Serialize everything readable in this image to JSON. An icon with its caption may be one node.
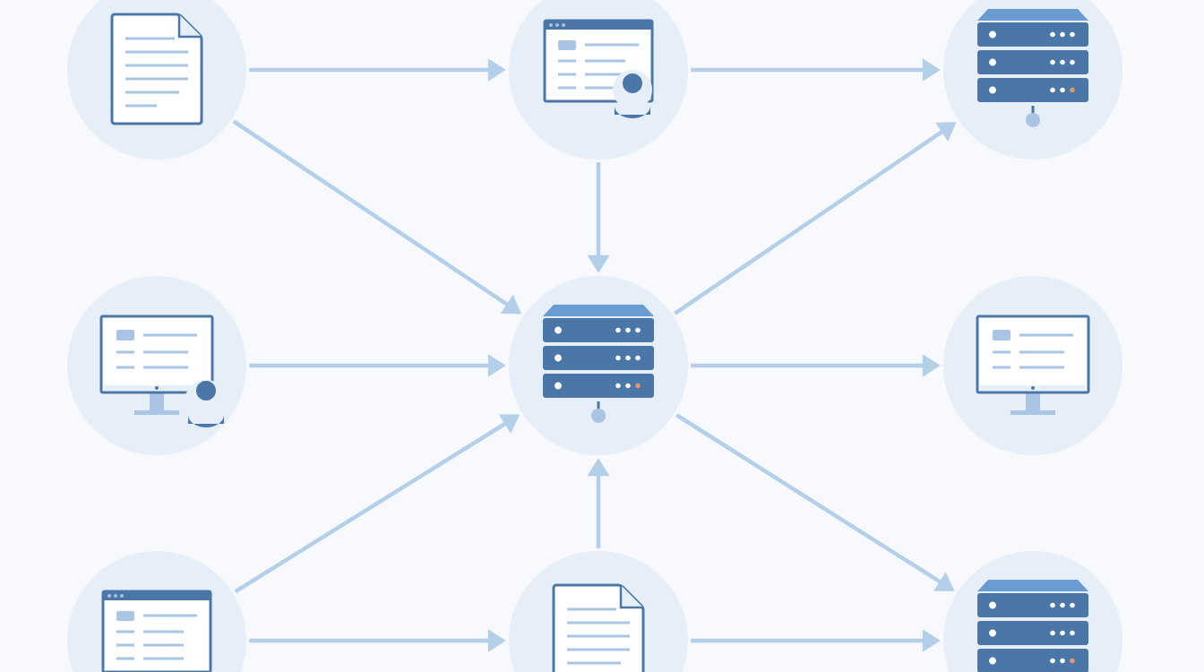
{
  "diagram": {
    "nodes": [
      {
        "text": [],
        "shape": "circle"
      },
      {
        "text": [],
        "shape": "circle"
      },
      {
        "text": [],
        "shape": "circle"
      },
      {
        "text": [],
        "shape": "circle"
      },
      {
        "text": [],
        "shape": "circle"
      },
      {
        "text": [],
        "shape": "circle"
      },
      {
        "text": [],
        "shape": "circle"
      },
      {
        "text": [],
        "shape": "circle"
      },
      {
        "text": [],
        "shape": "circle"
      }
    ],
    "edges": [
      {
        "from": 0,
        "to": 1,
        "arrow": "to"
      },
      {
        "from": 1,
        "to": 2,
        "arrow": "to"
      },
      {
        "from": 0,
        "to": 4,
        "arrow": "to"
      },
      {
        "from": 1,
        "to": 4,
        "arrow": "to"
      },
      {
        "from": 4,
        "to": 2,
        "arrow": "to"
      },
      {
        "from": 3,
        "to": 4,
        "arrow": "to"
      },
      {
        "from": 4,
        "to": 5,
        "arrow": "to"
      },
      {
        "from": 6,
        "to": 4,
        "arrow": "to"
      },
      {
        "from": 7,
        "to": 4,
        "arrow": "to"
      },
      {
        "from": 4,
        "to": 8,
        "arrow": "to"
      },
      {
        "from": 6,
        "to": 7,
        "arrow": "to"
      },
      {
        "from": 7,
        "to": 8,
        "arrow": "to"
      }
    ]
  }
}
